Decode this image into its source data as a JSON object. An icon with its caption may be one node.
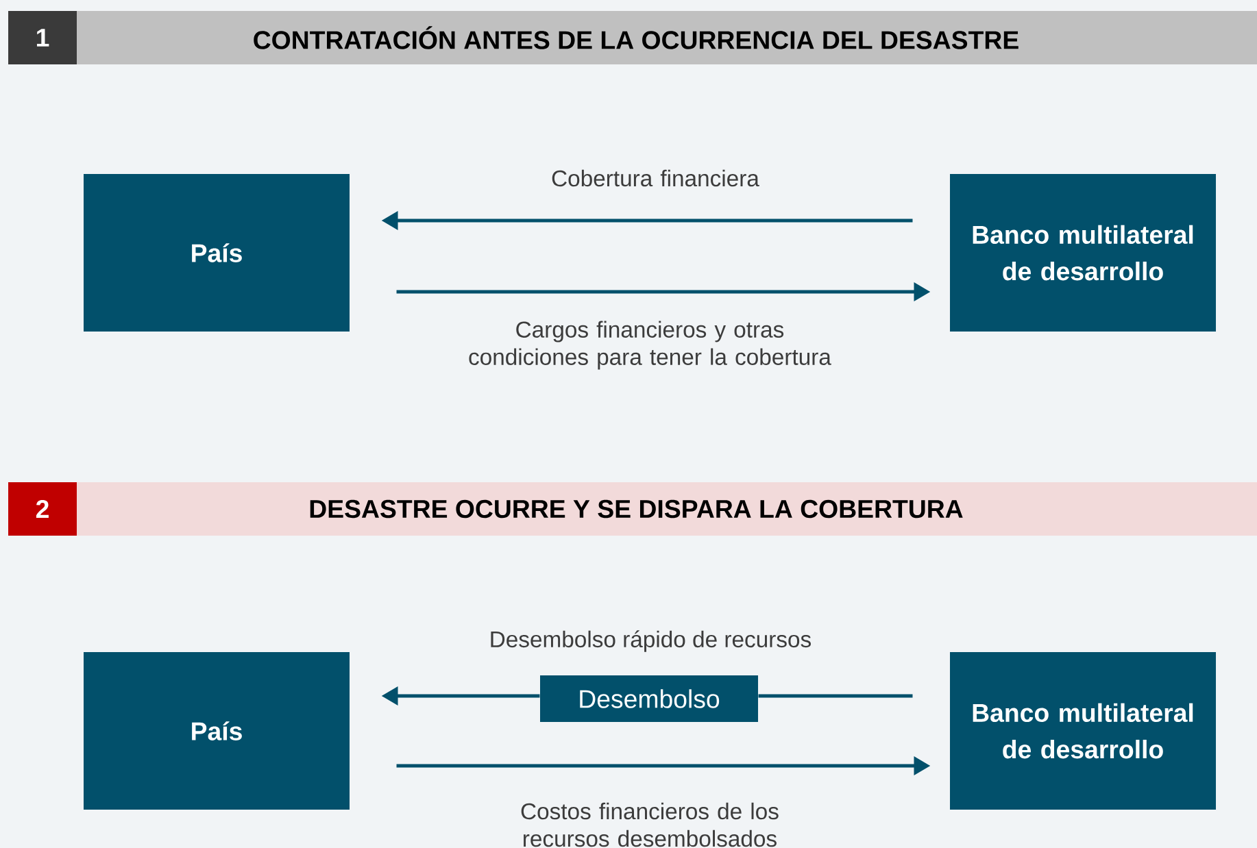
{
  "diagram": {
    "nodes": [
      {
        "text": [
          "1"
        ]
      },
      {
        "text": [
          "CONTRATACIÓN ANTES DE LA OCURRENCIA DEL DESASTRE"
        ]
      },
      {
        "text": [
          "País"
        ]
      },
      {
        "text": [
          "Banco multilateral de desarrollo"
        ]
      },
      {
        "text": [
          "2"
        ]
      },
      {
        "text": [
          "DESASTRE OCURRE Y SE DISPARA LA COBERTURA"
        ]
      },
      {
        "text": [
          "País"
        ]
      },
      {
        "text": [
          "Banco multilateral de desarrollo"
        ]
      },
      {
        "text": [
          "Desembolso"
        ],
        "beside": [
          "Desembolso rápido de recursos"
        ]
      }
    ],
    "edges": [
      {
        "from": 3,
        "to": 2,
        "arrow": "to",
        "label": "Cobertura financiera"
      },
      {
        "from": 2,
        "to": 3,
        "arrow": "to",
        "label": "Cargos financieros y otras condiciones para tener la cobertura"
      },
      {
        "from": 7,
        "to": 8,
        "arrow": "none"
      },
      {
        "from": 8,
        "to": 6,
        "arrow": "to"
      },
      {
        "from": 6,
        "to": 7,
        "arrow": "to",
        "label": "Costos financieros de los recursos desembolsados"
      }
    ]
  }
}
